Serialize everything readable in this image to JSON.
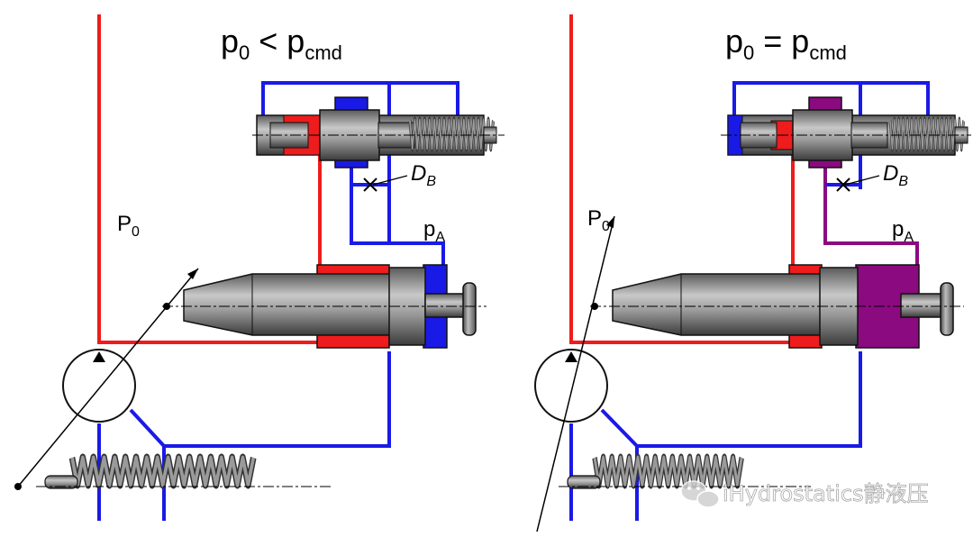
{
  "colors": {
    "supply": "#ee1c1c",
    "return": "#1a1ae6",
    "control": "#8b0a80",
    "steel_dark": "#3a3a3a",
    "steel_mid": "#7a7a7a",
    "steel_light": "#b5b5b5"
  },
  "left_panel": {
    "title_main": "p",
    "title_sub": "0",
    "title_op": " < p",
    "title_sub2": "cmd",
    "orifice_label": "D",
    "orifice_sub": "B",
    "p0_label": "P",
    "p0_sub": "0",
    "pa_label": "p",
    "pa_sub": "A"
  },
  "right_panel": {
    "title_main": "p",
    "title_sub": "0",
    "title_op": " = p",
    "title_sub2": "cmd",
    "orifice_label": "D",
    "orifice_sub": "B",
    "p0_label": "P",
    "p0_sub": "0",
    "pa_label": "p",
    "pa_sub": "A"
  },
  "watermark": {
    "icon": "wechat-icon",
    "text": "iHydrostatics静液压"
  }
}
